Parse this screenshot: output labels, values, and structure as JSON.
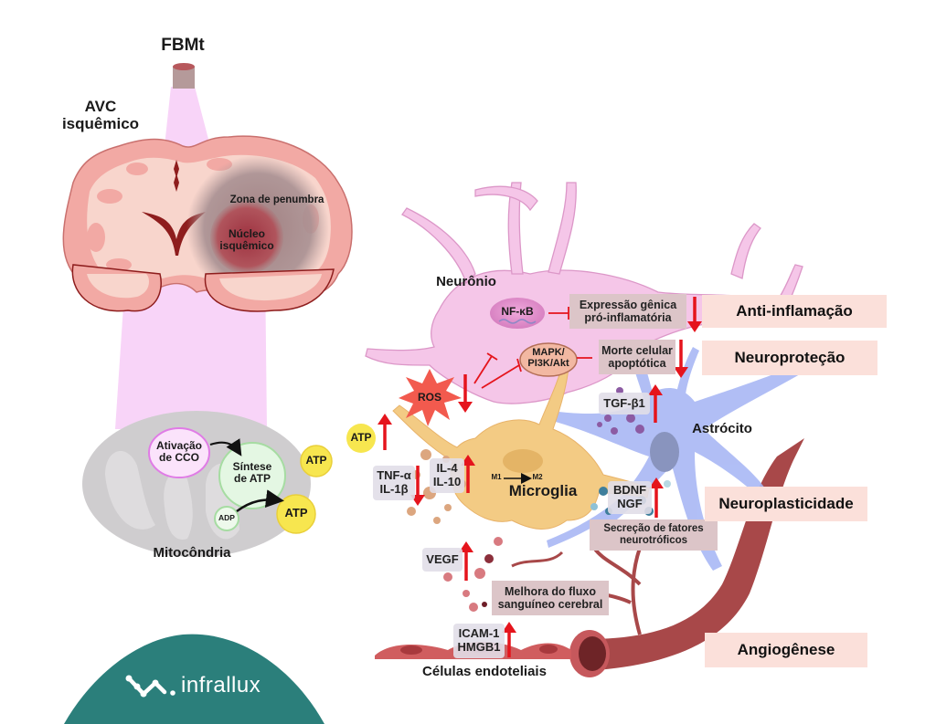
{
  "title": "FBMt",
  "colors": {
    "light_beam": "#f8d4f8",
    "brain_cortex": "#f2a9a4",
    "brain_inner": "#f8d5cc",
    "brain_dark": "#8e1d1d",
    "penumbra": "#a58a8b",
    "core": "#a8474f",
    "mitochondria": "#cfcdcf",
    "atp_yellow": "#f7e64f",
    "neuron": "#f5c6e8",
    "microglia": "#f3cb84",
    "astrocyte": "#a9b8f5",
    "vessel": "#a84849",
    "arrow_red": "#e5141c",
    "outcome_bg": "#fbe0da",
    "process_bg": "#dcc5c8",
    "brand_teal": "#2b7f7b"
  },
  "brain": {
    "condition_label_line1": "AVC",
    "condition_label_line2": "isquêmico",
    "penumbra_label": "Zona de penumbra",
    "core_label_line1": "Núcleo",
    "core_label_line2": "isquêmico"
  },
  "mitochondria": {
    "label": "Mitocôndria",
    "cco_line1": "Ativação",
    "cco_line2": "de CCO",
    "synthesis_line1": "Síntese",
    "synthesis_line2": "de ATP",
    "adp": "ADP",
    "atp_small": "ATP",
    "atp_large": "ATP"
  },
  "cells": {
    "neuron": "Neurônio",
    "microglia": "Microglia",
    "polarization": "M1",
    "polarization_to": "M2",
    "astrocyte": "Astrócito",
    "endothelial": "Células endoteliais"
  },
  "molecules": {
    "nfkb": "NF-κB",
    "mapk_line1": "MAPK/",
    "mapk_line2": "PI3K/Akt",
    "ros": "ROS",
    "atp": "ATP",
    "tnf_line1": "TNF-α",
    "tnf_line2": "IL-1β",
    "il_line1": "IL-4",
    "il_line2": "IL-10",
    "tgf": "TGF-β1",
    "bdnf_line1": "BDNF",
    "bdnf_line2": "NGF",
    "vegf": "VEGF",
    "icam_line1": "ICAM-1",
    "icam_line2": "HMGB1"
  },
  "processes": {
    "gene_expression_line1": "Expressão gênica",
    "gene_expression_line2": "pró-inflamatória",
    "apoptosis_line1": "Morte celular",
    "apoptosis_line2": "apoptótica",
    "neurotrophic_line1": "Secreção de fatores",
    "neurotrophic_line2": "neurotróficos",
    "blood_flow_line1": "Melhora do fluxo",
    "blood_flow_line2": "sanguíneo cerebral"
  },
  "outcomes": [
    "Anti-inflamação",
    "Neuroproteção",
    "Neuroplasticidade",
    "Angiogênese"
  ],
  "brand": {
    "name": "infrallux"
  }
}
